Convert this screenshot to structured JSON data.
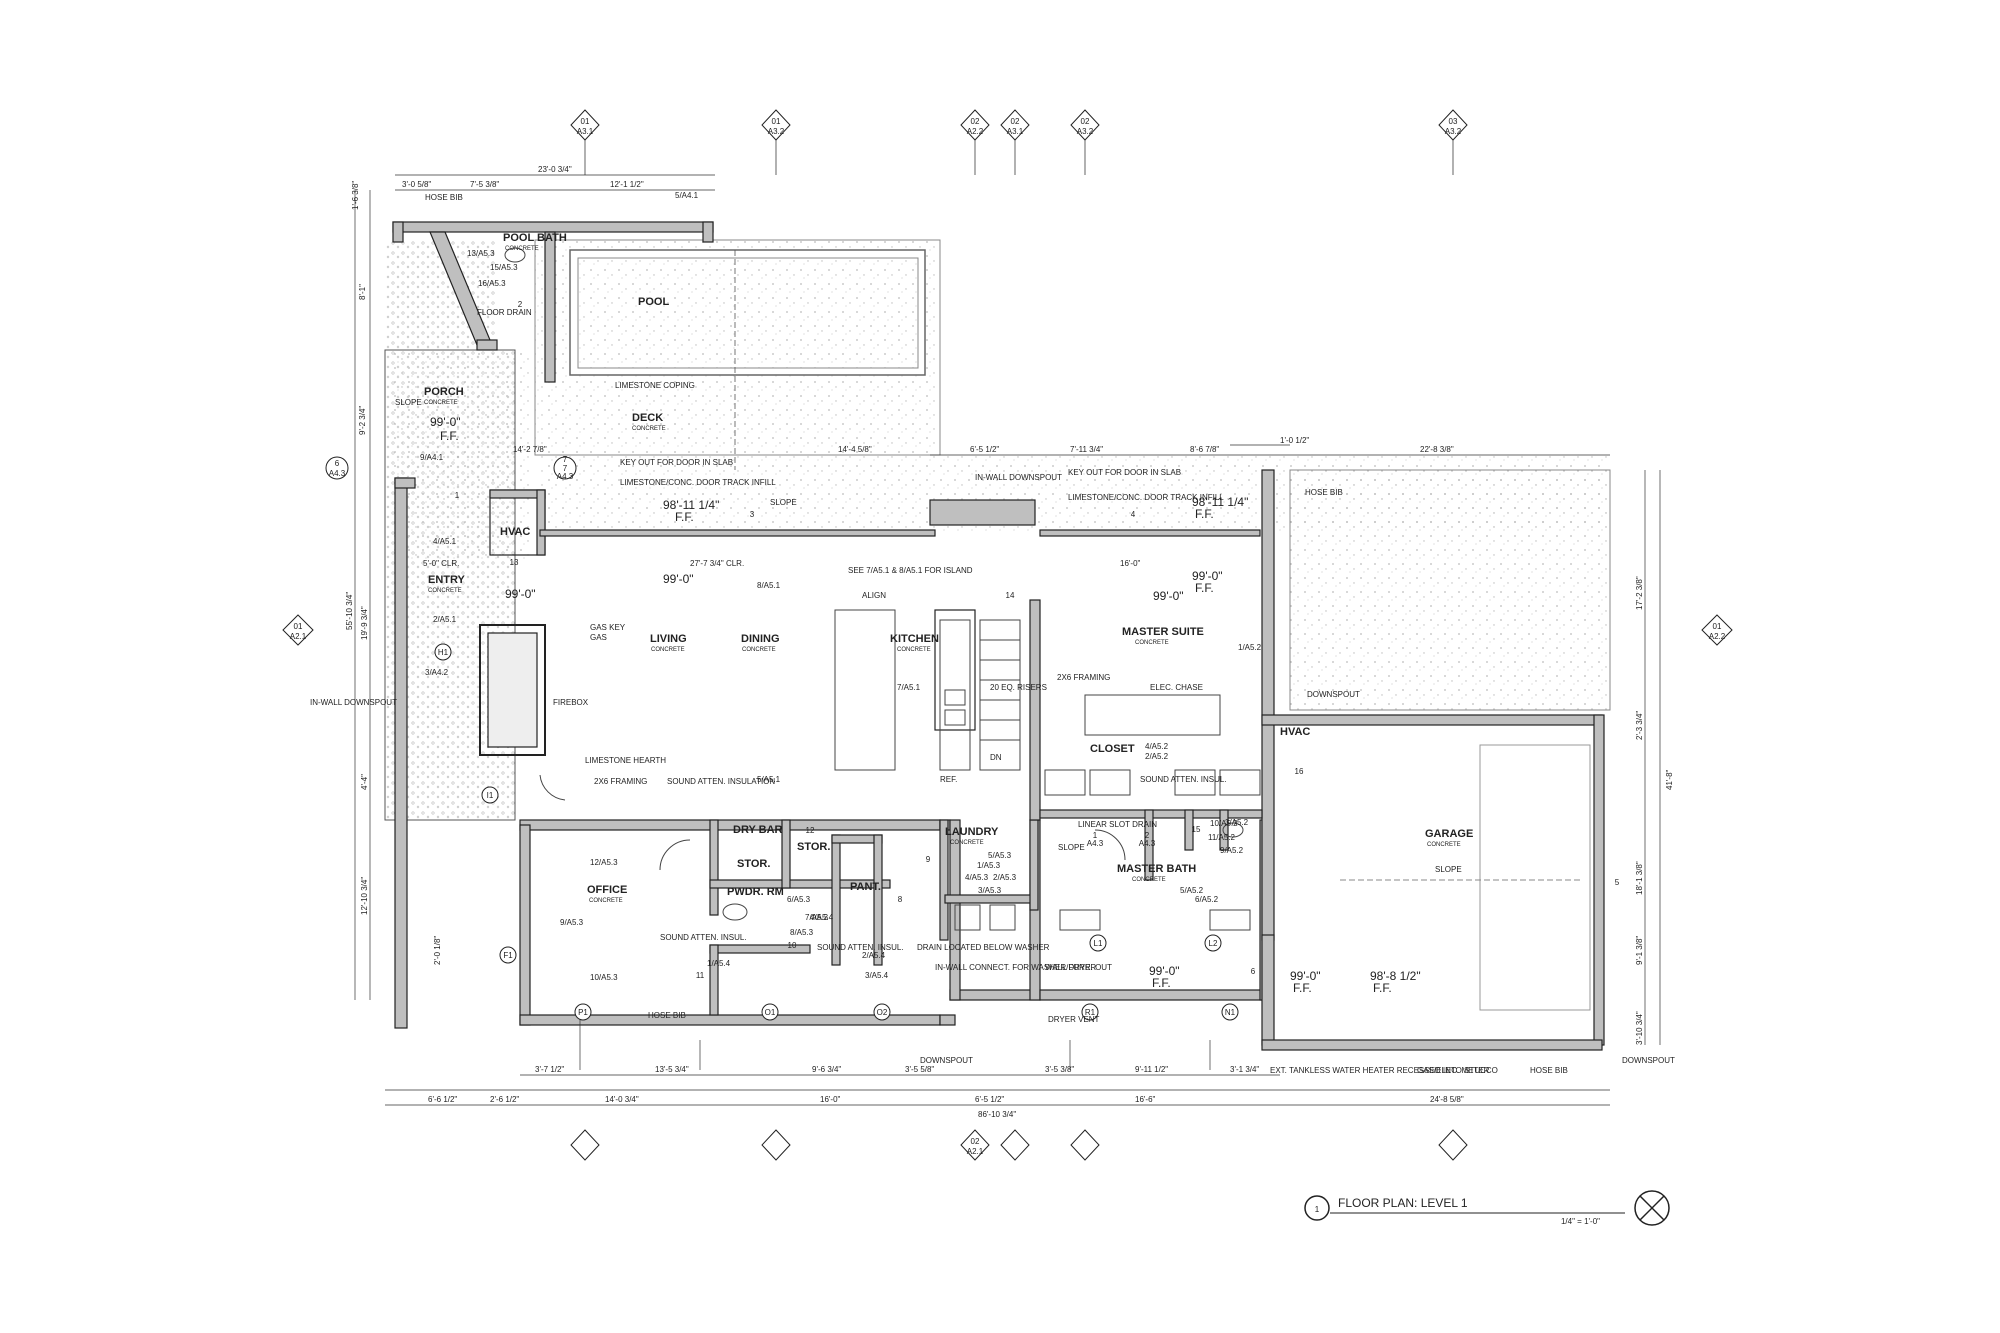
{
  "title_block": {
    "number": "1",
    "title": "FLOOR PLAN: LEVEL 1",
    "scale": "1/4\" = 1'-0\""
  },
  "rooms": [
    {
      "name": "POOL BATH",
      "material": "CONCRETE"
    },
    {
      "name": "POOL",
      "material": ""
    },
    {
      "name": "PORCH",
      "material": "CONCRETE"
    },
    {
      "name": "DECK",
      "material": "CONCRETE"
    },
    {
      "name": "HVAC",
      "material": ""
    },
    {
      "name": "ENTRY",
      "material": "CONCRETE"
    },
    {
      "name": "LIVING",
      "material": "CONCRETE"
    },
    {
      "name": "DINING",
      "material": "CONCRETE"
    },
    {
      "name": "KITCHEN",
      "material": "CONCRETE"
    },
    {
      "name": "MASTER SUITE",
      "material": "CONCRETE"
    },
    {
      "name": "CLOSET",
      "material": ""
    },
    {
      "name": "GARAGE",
      "material": "CONCRETE"
    },
    {
      "name": "OFFICE",
      "material": "CONCRETE"
    },
    {
      "name": "DRY BAR",
      "material": ""
    },
    {
      "name": "STOR.",
      "material": ""
    },
    {
      "name": "STOR.",
      "material": ""
    },
    {
      "name": "PWDR. RM",
      "material": ""
    },
    {
      "name": "PANT.",
      "material": ""
    },
    {
      "name": "LAUNDRY",
      "material": "CONCRETE"
    },
    {
      "name": "MASTER BATH",
      "material": "CONCRETE"
    },
    {
      "name": "HVAC",
      "material": ""
    }
  ],
  "notes": [
    "HOSE BIB",
    "FLOOR DRAIN",
    "LIMESTONE COPING",
    "KEY OUT FOR DOOR IN SLAB",
    "LIMESTONE/CONC. DOOR TRACK INFILL",
    "GAS KEY",
    "GAS",
    "FIREBOX",
    "LIMESTONE HEARTH",
    "2X6 FRAMING",
    "SOUND ATTEN. INSULATION",
    "IN-WALL DOWNSPOUT",
    "SEE 7/A5.1 & 8/A5.1 FOR ISLAND",
    "ALIGN",
    "REF.",
    "DN",
    "20 EQ. RISERS",
    "2X6 FRAMING",
    "ELEC. CHASE",
    "SOUND ATTEN. INSUL.",
    "LINEAR SLOT DRAIN",
    "SLOPE",
    "DOWNSPOUT",
    "HOSE BIB",
    "SLOPE",
    "SOUND ATTEN. INSUL.",
    "SOUND ATTEN. INSUL.",
    "DRAIN LOCATED BELOW WASHER",
    "IN-WALL CONNECT. FOR WASHER/DRYER",
    "WALL FURR. OUT",
    "DRYER VENT",
    "DOWNSPOUT",
    "EXT. TANKLESS WATER HEATER RECESSED INTO STUCCO",
    "GAS/ELEC. METER",
    "HOSE BIB",
    "DOWNSPOUT",
    "IN-WALL DOWNSPOUT",
    "KEY OUT FOR DOOR IN SLAB",
    "LIMESTONE/CONC. DOOR TRACK INFILL",
    "HOSE BIB",
    "SLOPE",
    "SLOPE"
  ],
  "elevations": [
    "99'-0\"",
    "F.F.",
    "98'-11 1/4\"",
    "F.F.",
    "99'-0\"",
    "99'-0\"",
    "98'-11 1/4\"",
    "F.F.",
    "99'-0\"",
    "F.F.",
    "99'-0\"",
    "F.F.",
    "99'-0\"",
    "F.F.",
    "98'-8 1/2\"",
    "F.F.",
    "99'-0\""
  ],
  "top_dimensions": [
    "3'-0 5/8\"",
    "7'-5 3/8\"",
    "23'-0 3/4\"",
    "12'-1 1/2\"",
    "1'-0 1/2\"",
    "6'-5 1/2\"",
    "7'-11 3/4\"",
    "8'-6 7/8\"",
    "22'-8 3/8\"",
    "14'-2 7/8\"",
    "14'-4 5/8\"",
    "16'-0\"",
    "27'-7 3/4\" CLR.",
    "5'-0\" CLR."
  ],
  "bottom_dimensions": [
    "3'-7 1/2\"",
    "13'-5 3/4\"",
    "9'-6 3/4\"",
    "3'-5 5/8\"",
    "3'-5 3/8\"",
    "9'-11 1/2\"",
    "3'-1 3/4\"",
    "6'-6 1/2\"",
    "2'-6 1/2\"",
    "14'-0 3/4\"",
    "16'-0\"",
    "6'-5 1/2\"",
    "16'-6\"",
    "24'-8 5/8\"",
    "86'-10 3/4\""
  ],
  "left_dimensions": [
    "1'-6 3/8\"",
    "8'-1\"",
    "9'-2 3/4\"",
    "55'-10 3/4\"",
    "19'-9 3/4\"",
    "4'-4\"",
    "12'-10 3/4\"",
    "2'-0 1/8\""
  ],
  "right_dimensions": [
    "17'-2 3/8\"",
    "41'-8\"",
    "2'-3 3/4\"",
    "18'-1 3/8\"",
    "9'-1 3/8\"",
    "3'-10 3/4\""
  ],
  "grid_tags": [
    "F1",
    "H1",
    "I1",
    "P1",
    "O1",
    "O2",
    "R1",
    "N1",
    "L1",
    "L2"
  ],
  "keynote_numbers": [
    "1",
    "2",
    "3",
    "4",
    "5",
    "6",
    "7",
    "8",
    "9",
    "10",
    "11",
    "12",
    "13",
    "14",
    "15",
    "16"
  ],
  "section_markers": [
    {
      "num": "01",
      "sheet": "A3.1"
    },
    {
      "num": "01",
      "sheet": "A3.2"
    },
    {
      "num": "02",
      "sheet": "A2.2"
    },
    {
      "num": "02",
      "sheet": "A3.1"
    },
    {
      "num": "02",
      "sheet": "A3.2"
    },
    {
      "num": "03",
      "sheet": "A3.2"
    },
    {
      "num": "01",
      "sheet": "A2.1"
    },
    {
      "num": "01",
      "sheet": "A2.2"
    },
    {
      "num": "02",
      "sheet": "A2.1"
    },
    {
      "num": "6",
      "sheet": "A4.3"
    },
    {
      "num": "7",
      "sheet": "A4.3"
    },
    {
      "num": "1",
      "sheet": "A4.3"
    },
    {
      "num": "2",
      "sheet": "A4.3"
    }
  ],
  "detail_refs": [
    "5/A4.1",
    "9/A4.1",
    "4/A5.1",
    "2/A5.1",
    "3/A4.2",
    "8/A5.1",
    "5/A5.1",
    "7/A5.1",
    "4/A5.2",
    "2/A5.2",
    "1/A5.2",
    "3/A5.2",
    "5/A5.2",
    "6/A5.2",
    "12/A5.3",
    "9/A5.3",
    "10/A5.3",
    "1/A5.4",
    "2/A5.4",
    "3/A5.4",
    "4/A5.4",
    "13/A5.3",
    "15/A5.3",
    "16/A5.3",
    "11/A5.2",
    "10/A5.2",
    "9/A5.2",
    "6/A5.3",
    "7/A5.3",
    "8/A5.3",
    "1/A5.3",
    "2/A5.3",
    "3/A5.3",
    "4/A5.3",
    "5/A5.3"
  ],
  "colors": {
    "line": "#222222",
    "wall_fill": "#bfbfbf",
    "hatch": "#d9d9d9"
  }
}
